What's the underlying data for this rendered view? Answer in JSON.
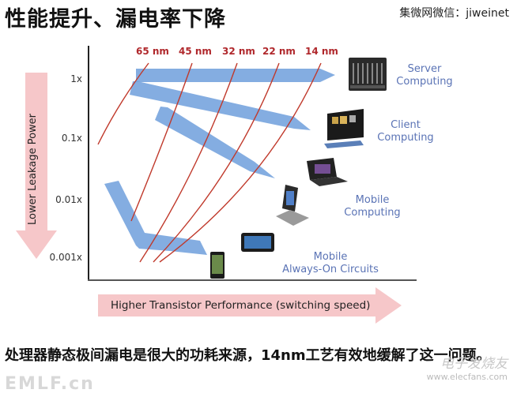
{
  "header": {
    "title": "性能提升、漏电率下降",
    "wechat": "集微网微信：jiweinet"
  },
  "diagram": {
    "process_nodes": [
      "65 nm",
      "45 nm",
      "32 nm",
      "22 nm",
      "14 nm"
    ],
    "y_axis": {
      "label": "Lower Leakage Power",
      "ticks": [
        "1x",
        "0.1x",
        "0.01x",
        "0.001x"
      ]
    },
    "x_axis": {
      "label": "Higher Transistor Performance (switching speed)"
    },
    "categories": [
      {
        "line1": "Server",
        "line2": "Computing"
      },
      {
        "line1": "Client",
        "line2": "Computing"
      },
      {
        "line1": "Mobile",
        "line2": "Computing"
      },
      {
        "line1": "Mobile",
        "line2": "Always-On Circuits"
      }
    ],
    "colors": {
      "node_line": "#c0392b",
      "arrow_blue": "#6f9fdc",
      "axis_arrow_pink": "#f6c7c9",
      "category_text": "#5a73b5"
    }
  },
  "caption": {
    "text": "处理器静态极间漏电是很大的功耗来源，14nm工艺有效地缓解了这一问题。"
  },
  "watermarks": {
    "left": "EMLF.cn",
    "right_logo": "电子发烧友",
    "right_url": "www.elecfans.com"
  }
}
